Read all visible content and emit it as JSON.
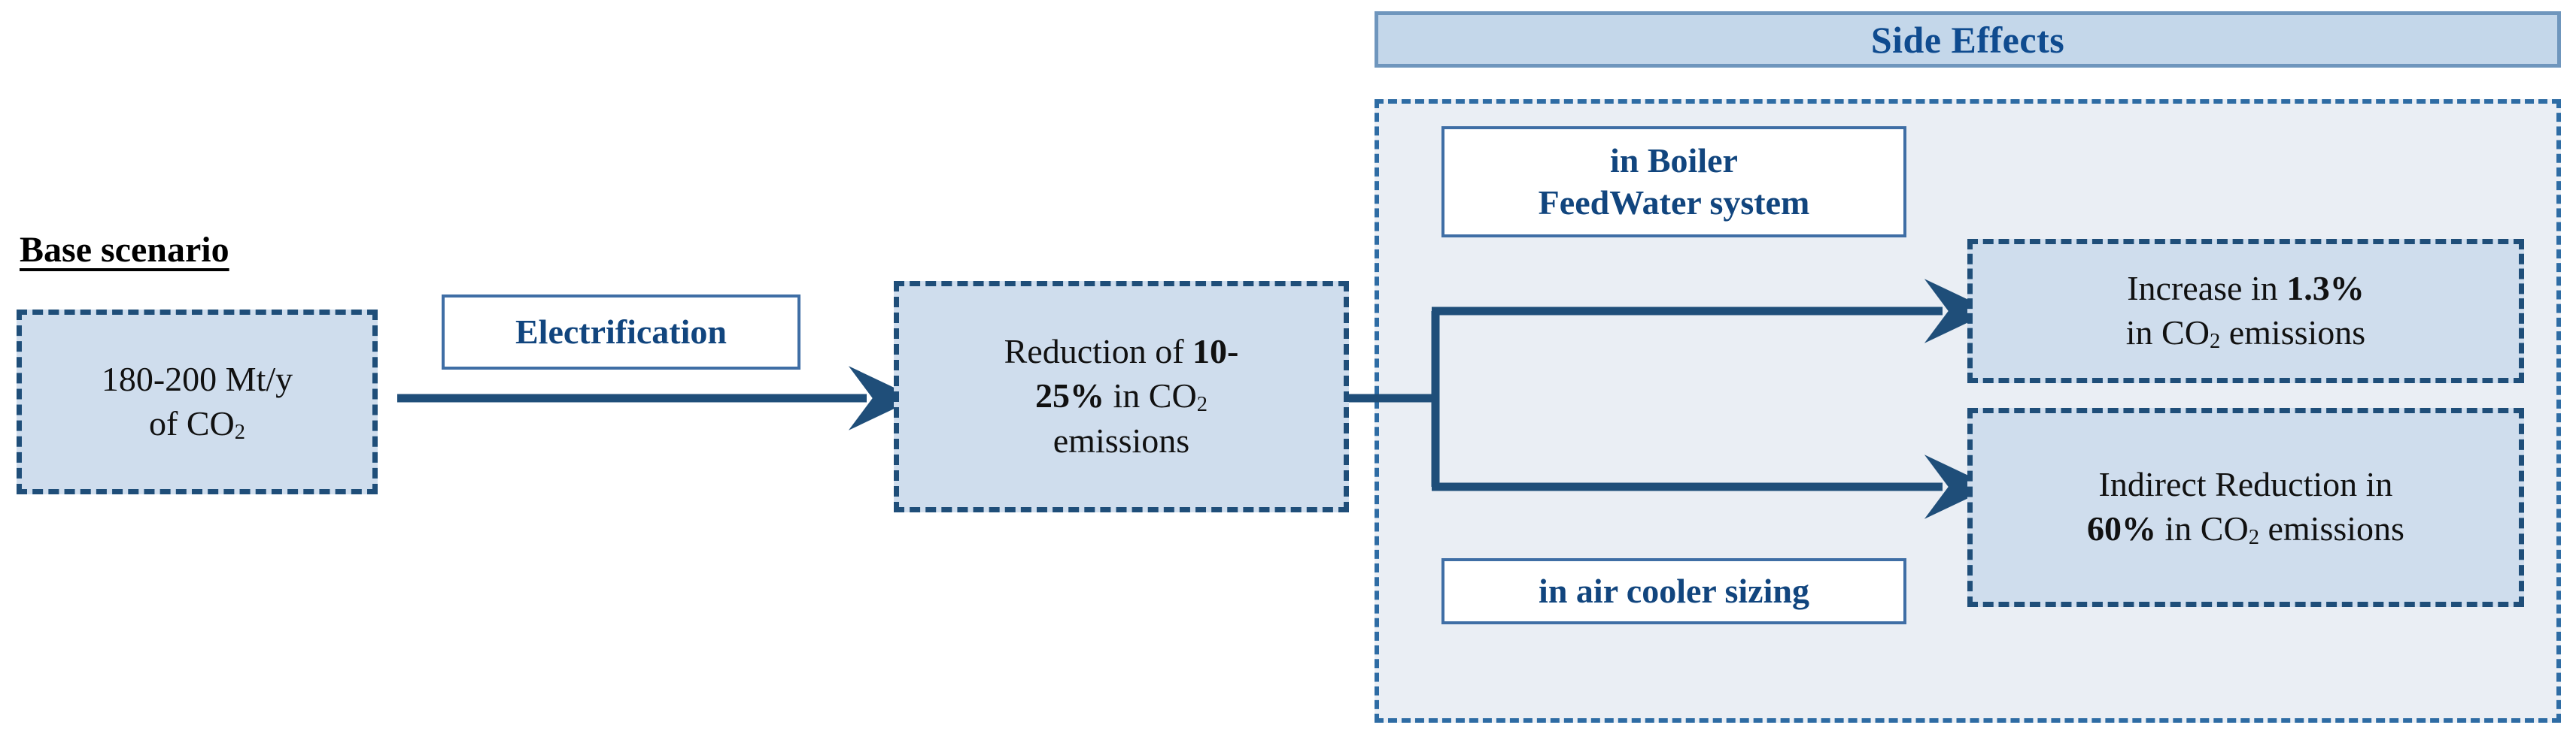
{
  "diagram": {
    "title_label": "Base scenario",
    "colors": {
      "box_fill": "#cfdded",
      "box_border": "#1f4e79",
      "panel_fill": "#eaeef4",
      "panel_border": "#2e6ca4",
      "header_fill": "#c4d7ea",
      "header_border": "#6f96bd",
      "accent_text": "#0f4b8f",
      "arrow": "#1f4e79"
    },
    "nodes": {
      "base_scenario": {
        "line1": "180-200 Mt/y",
        "line2_prefix": "of CO",
        "line2_sub": "2"
      },
      "electrification": {
        "label": "Electrification"
      },
      "reduction": {
        "line1_prefix": "Reduction of ",
        "line1_bold": "10-",
        "line2_bold": "25%",
        "line2_mid": " in CO",
        "line2_sub": "2",
        "line3": "emissions"
      },
      "boiler_feedwater": {
        "line1": "in Boiler",
        "line2": "FeedWater system"
      },
      "air_cooler": {
        "label": "in air cooler sizing"
      },
      "increase": {
        "line1_prefix": "Increase in ",
        "line1_bold": "1.3%",
        "line2_prefix": "in CO",
        "line2_sub": "2",
        "line2_suffix": " emissions"
      },
      "indirect_reduction": {
        "line1": "Indirect Reduction in",
        "line2_bold": "60%",
        "line2_mid": " in CO",
        "line2_sub": "2",
        "line2_suffix": " emissions"
      }
    },
    "side_effects": {
      "header_title": "Side Effects"
    }
  }
}
